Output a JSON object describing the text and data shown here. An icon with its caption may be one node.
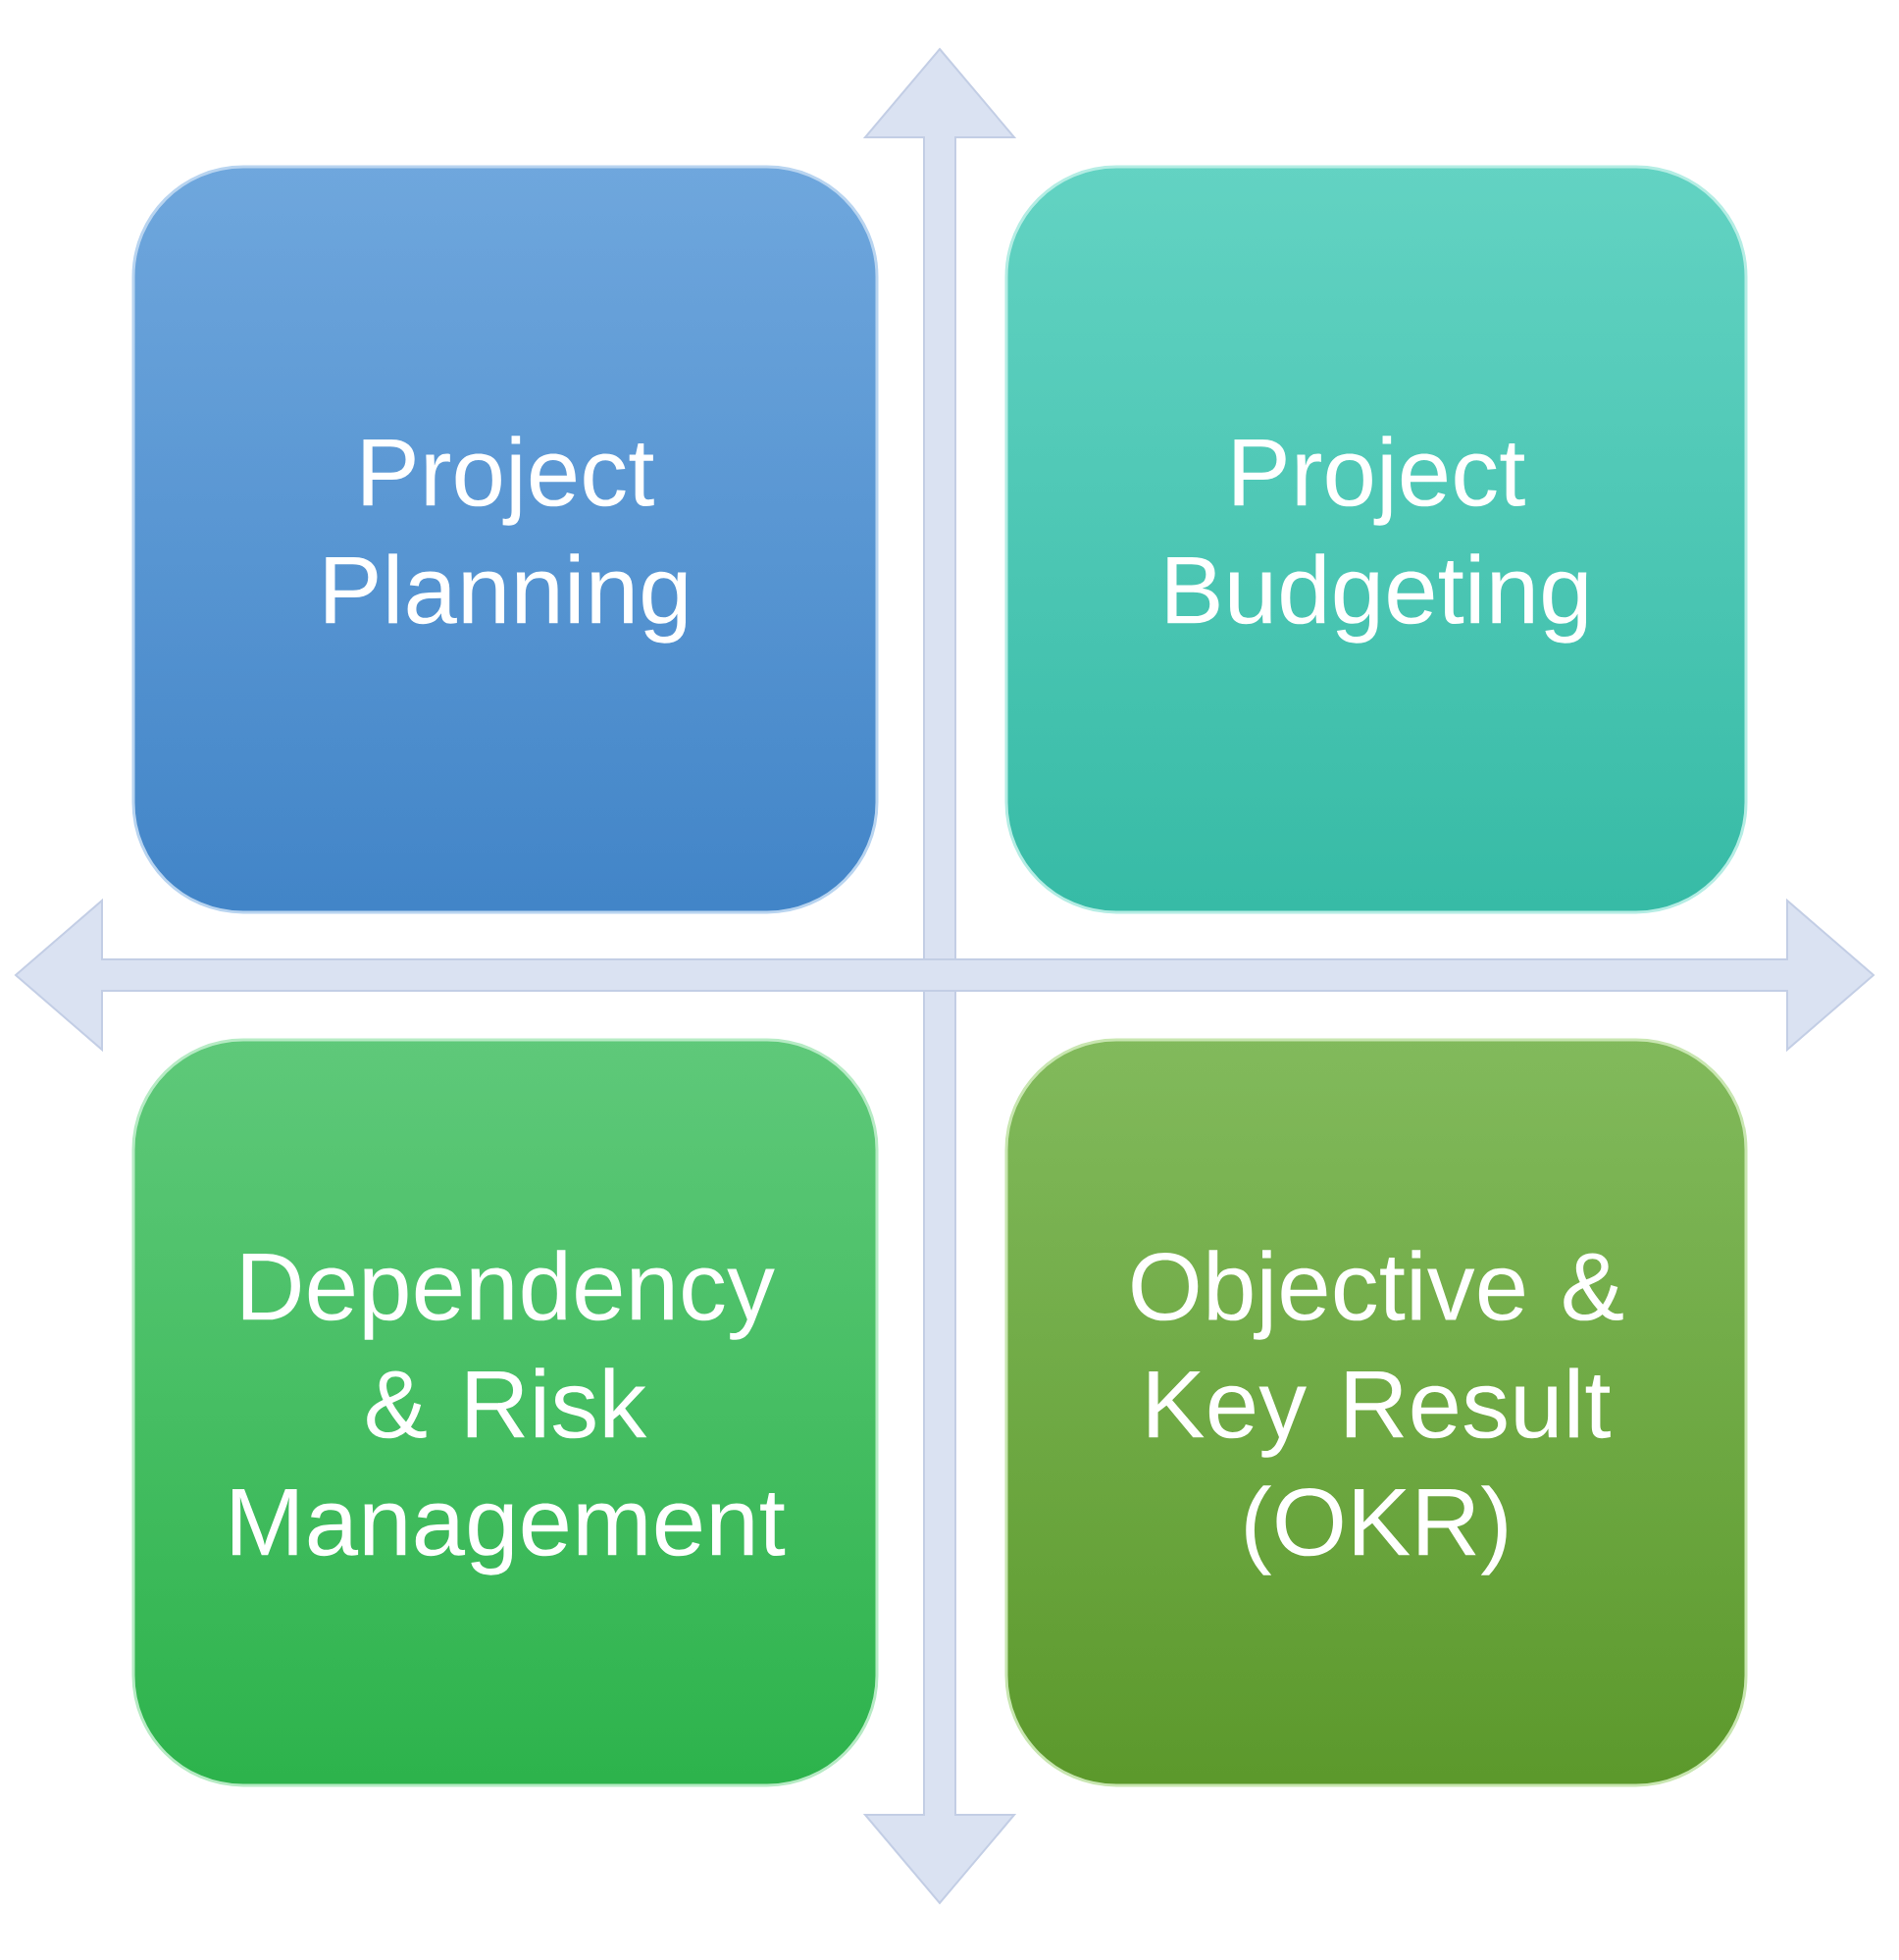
{
  "diagram": {
    "nodes": [
      {
        "text": [
          "Project Planning"
        ]
      },
      {
        "text": [
          "Project Budgeting"
        ]
      },
      {
        "text": [
          "Dependency & Risk Management"
        ]
      },
      {
        "text": [
          "Objective & Key Result (OKR)"
        ]
      }
    ]
  }
}
